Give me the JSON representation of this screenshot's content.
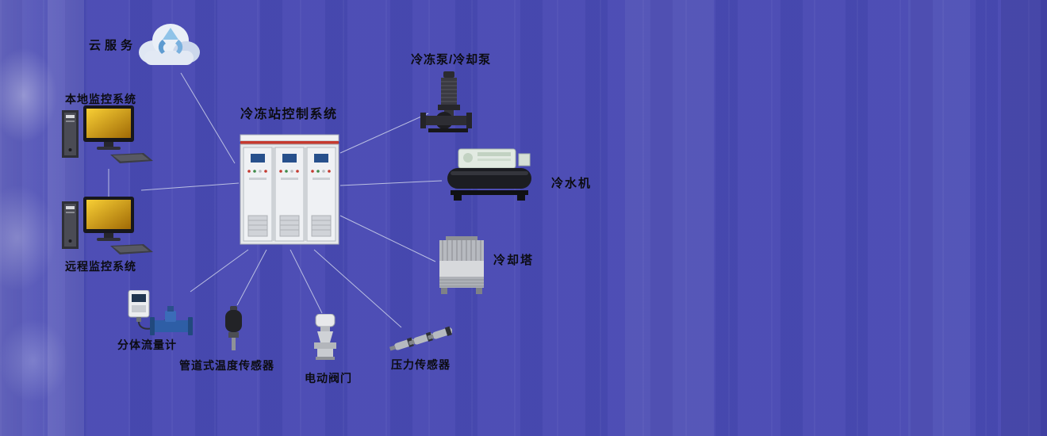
{
  "page": {
    "background_color": "#4a4bb4",
    "line_color": "#cdd2ea",
    "label_color": "#0c0c12"
  },
  "nodes": {
    "cloud": {
      "label": "云服务"
    },
    "local_monitor": {
      "label": "本地监控系统"
    },
    "remote_monitor": {
      "label": "远程监控系统"
    },
    "control_station": {
      "label": "冷冻站控制系统"
    },
    "pump": {
      "label": "冷冻泵/冷却泵"
    },
    "chiller": {
      "label": "冷水机"
    },
    "cooling_tower": {
      "label": "冷却塔"
    },
    "flow_meter": {
      "label": "分体流量计"
    },
    "temp_sensor": {
      "label": "管道式温度传感器"
    },
    "valve": {
      "label": "电动阀门"
    },
    "pressure_sensor": {
      "label": "压力传感器"
    }
  },
  "icons": [
    "cloud-icon",
    "local-computer-icon",
    "remote-computer-icon",
    "control-cabinet-icon",
    "pump-icon",
    "chiller-icon",
    "cooling-tower-icon",
    "flow-meter-icon",
    "temperature-sensor-icon",
    "valve-icon",
    "pressure-sensor-icon"
  ]
}
